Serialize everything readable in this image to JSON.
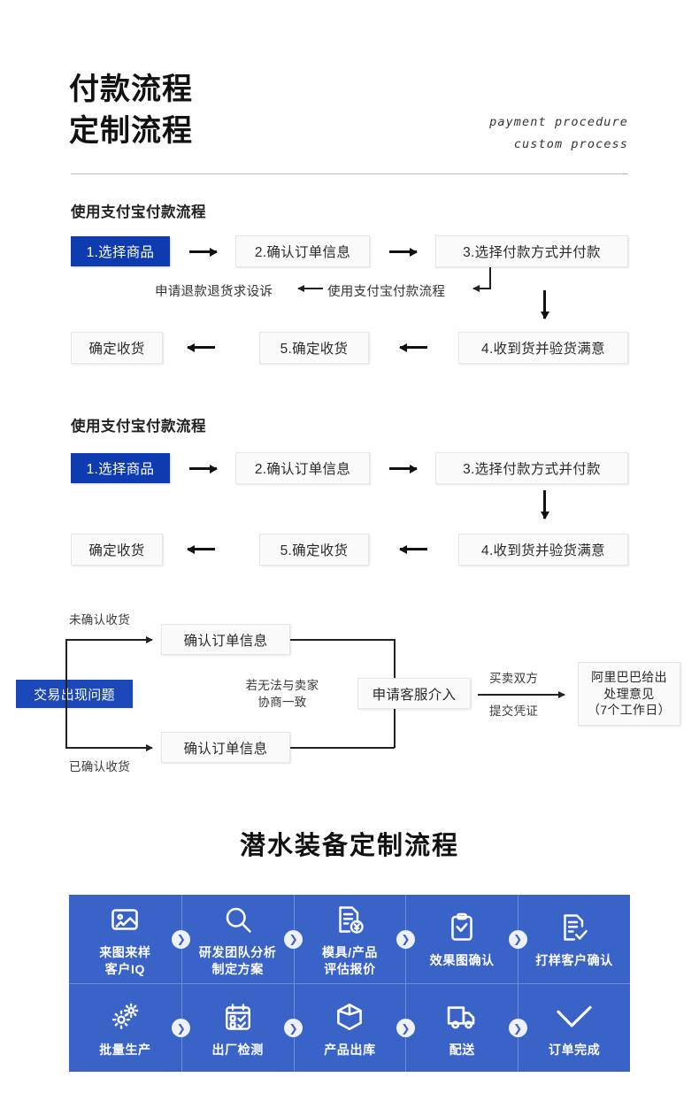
{
  "header": {
    "title_line1": "付款流程",
    "title_line2": "定制流程",
    "subtitle_line1": "payment procedure",
    "subtitle_line2": "custom process"
  },
  "section1": {
    "label": "使用支付宝付款流程",
    "row1": [
      {
        "text": "1.选择商品",
        "style": "blue"
      },
      {
        "text": "2.确认订单信息",
        "style": "white"
      },
      {
        "text": "3.选择付款方式并付款",
        "style": "white"
      }
    ],
    "mid_left": "申请退款退货求设诉",
    "mid_right": "使用支付宝付款流程",
    "row2": [
      {
        "text": "确定收货",
        "style": "white"
      },
      {
        "text": "5.确定收货",
        "style": "white"
      },
      {
        "text": "4.收到货并验货满意",
        "style": "white"
      }
    ]
  },
  "section2": {
    "label": "使用支付宝付款流程",
    "row1": [
      {
        "text": "1.选择商品",
        "style": "blue"
      },
      {
        "text": "2.确认订单信息",
        "style": "white"
      },
      {
        "text": "3.选择付款方式并付款",
        "style": "white"
      }
    ],
    "row2": [
      {
        "text": "确定收货",
        "style": "white"
      },
      {
        "text": "5.确定收货",
        "style": "white"
      },
      {
        "text": "4.收到货并验货满意",
        "style": "white"
      }
    ]
  },
  "dispute": {
    "label_top": "未确认收货",
    "label_bottom": "已确认收货",
    "start_box": "交易出现问题",
    "box_top": "确认订单信息",
    "box_bottom": "确认订单信息",
    "branch_note_line1": "若无法与卖家",
    "branch_note_line2": "协商一致",
    "service_box": "申请客服介入",
    "arrow_note_top": "买卖双方",
    "arrow_note_bottom": "提交凭证",
    "result_line1": "阿里巴巴给出",
    "result_line2": "处理意见",
    "result_line3": "（7个工作日）"
  },
  "custom_process": {
    "title": "潜水装备定制流程",
    "chevron": "❯",
    "steps": [
      {
        "icon": "image-icon",
        "label": "来图来样\n客户IQ"
      },
      {
        "icon": "search-icon",
        "label": "研发团队分析\n制定方案"
      },
      {
        "icon": "document-yuan-icon",
        "label": "模具/产品\n评估报价"
      },
      {
        "icon": "clipboard-check-icon",
        "label": "效果图确认"
      },
      {
        "icon": "document-check-icon",
        "label": "打样客户确认"
      },
      {
        "icon": "gears-icon",
        "label": "批量生产"
      },
      {
        "icon": "checklist-icon",
        "label": "出厂检测"
      },
      {
        "icon": "box-icon",
        "label": "产品出库"
      },
      {
        "icon": "truck-icon",
        "label": "配送"
      },
      {
        "icon": "check-icon",
        "label": "订单完成"
      }
    ]
  },
  "colors": {
    "deep_blue": "#0f3bb0",
    "grid_blue": "#3a63c8",
    "divider_gray": "#b9bcc1"
  }
}
